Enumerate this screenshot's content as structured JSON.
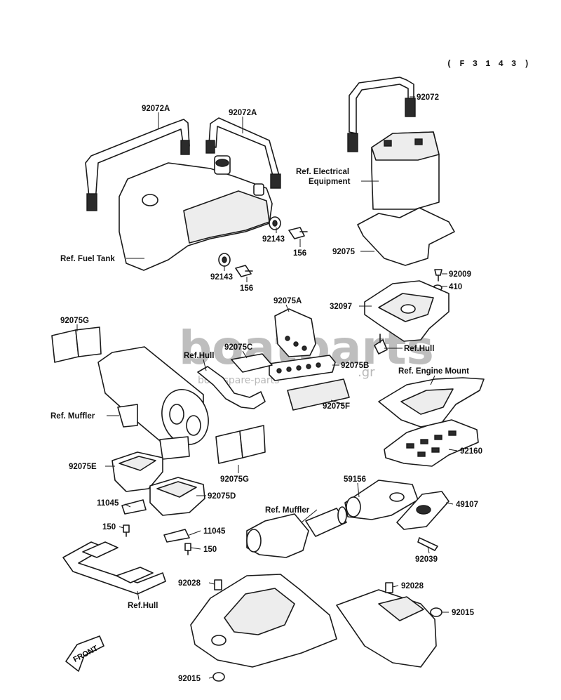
{
  "diagram_code": "( F 3 1 4 3 )",
  "watermark": {
    "main": "boatparts",
    "sub": "boat-spare-parts",
    "tld": ".gr"
  },
  "front_label": "FRONT",
  "labels": {
    "p92072A_a": "92072A",
    "p92072A_b": "92072A",
    "p92072": "92072",
    "ref_electrical_1": "Ref. Electrical",
    "ref_electrical_2": "Equipment",
    "ref_fuel_tank": "Ref. Fuel Tank",
    "p92143_a": "92143",
    "p156_a": "156",
    "p92143_b": "92143",
    "p156_b": "156",
    "p92075": "92075",
    "p92009": "92009",
    "p410": "410",
    "p32097": "32097",
    "ref_hull_a": "Ref.Hull",
    "p92075A": "92075A",
    "p92075G_a": "92075G",
    "ref_hull_b": "Ref.Hull",
    "p92075C": "92075C",
    "p92075B": "92075B",
    "ref_engine_mount": "Ref. Engine Mount",
    "p92075F": "92075F",
    "ref_muffler_a": "Ref. Muffler",
    "p92160": "92160",
    "p92075E": "92075E",
    "p92075G_b": "92075G",
    "p59156": "59156",
    "p92075D": "92075D",
    "p11045_a": "11045",
    "ref_muffler_b": "Ref. Muffler",
    "p49107": "49107",
    "p150_a": "150",
    "p11045_b": "11045",
    "p150_b": "150",
    "p92039": "92039",
    "p92028_a": "92028",
    "p92028_b": "92028",
    "ref_hull_c": "Ref.Hull",
    "p92015_a": "92015",
    "p92015_b": "92015"
  }
}
